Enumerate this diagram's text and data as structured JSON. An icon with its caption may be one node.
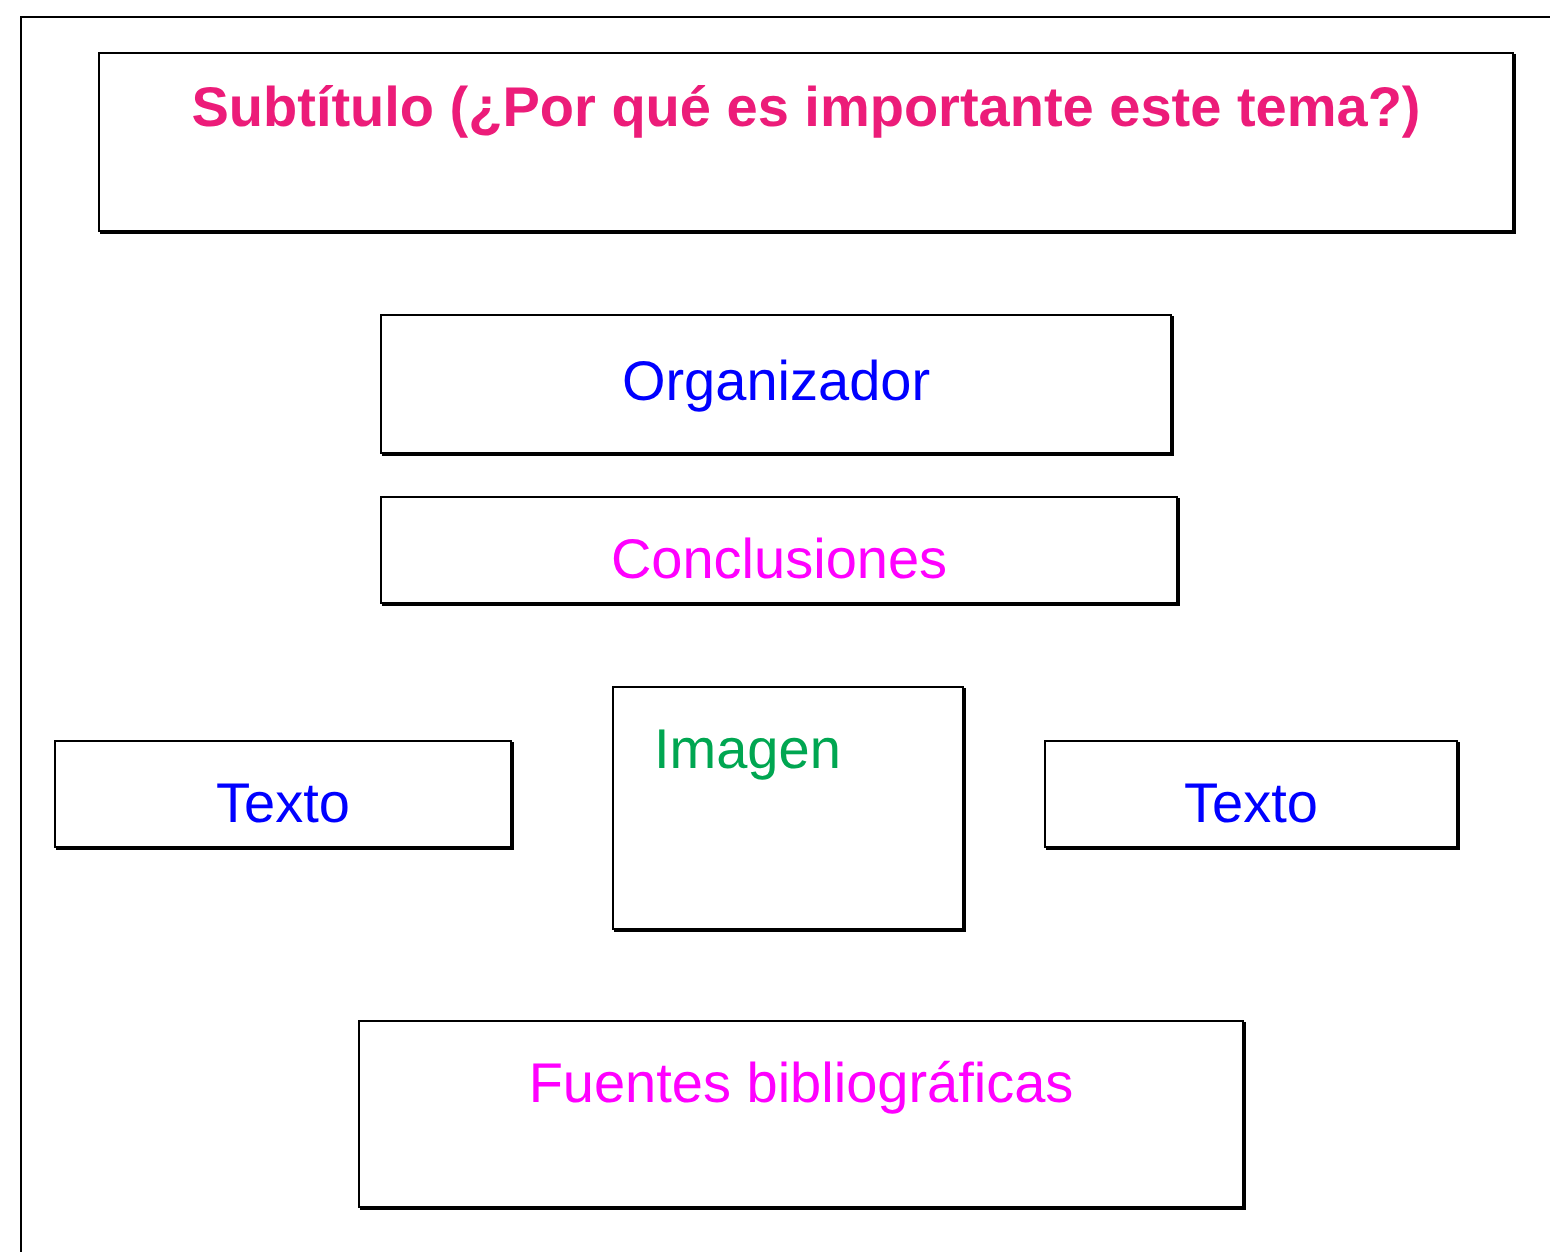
{
  "diagram": {
    "nodes": [
      {
        "text": [
          "Subtítulo (¿Por qué es importante este tema?)"
        ]
      },
      {
        "text": [
          "Organizador"
        ]
      },
      {
        "text": [
          "Conclusiones"
        ]
      },
      {
        "text": [
          "Texto"
        ]
      },
      {
        "text": [
          "Imagen"
        ]
      },
      {
        "text": [
          "Texto"
        ]
      },
      {
        "text": [
          "Fuentes bibliográficas"
        ]
      }
    ]
  }
}
